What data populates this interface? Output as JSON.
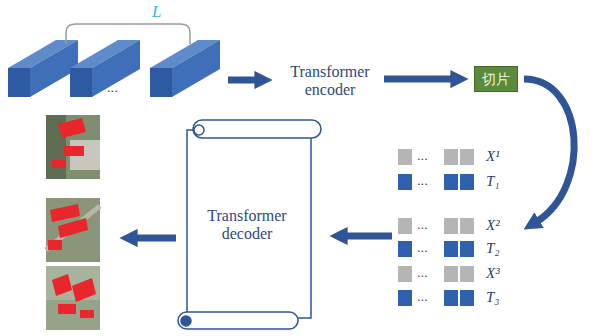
{
  "diagram": {
    "nodes": [
      {
        "text": [
          "Transformer encoder"
        ]
      },
      {
        "text": [
          "切片"
        ]
      },
      {
        "text": [
          "Transformer decoder"
        ]
      }
    ],
    "edges": [
      {
        "from": 0,
        "to": 1,
        "arrow": "to"
      }
    ],
    "labels": [
      "L",
      "...",
      "...",
      "X¹",
      "...",
      "T₁",
      "...",
      "X²",
      "...",
      "T₂",
      "...",
      "X³",
      "...",
      "T₃"
    ]
  }
}
